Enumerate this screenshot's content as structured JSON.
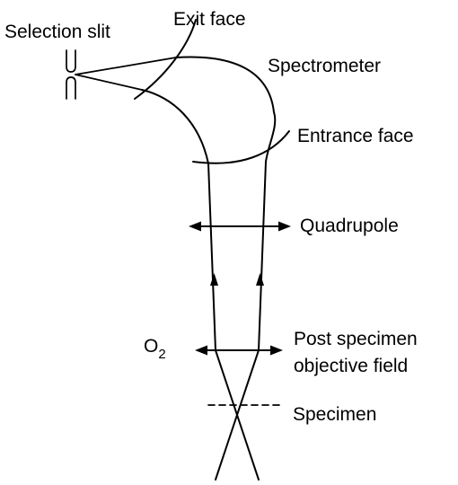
{
  "labels": {
    "selection_slit": "Selection slit",
    "exit_face": "Exit face",
    "spectrometer": "Spectrometer",
    "entrance_face": "Entrance face",
    "quadrupole": "Quadrupole",
    "o2_main": "O",
    "o2_sub": "2",
    "post_specimen_line1": "Post specimen",
    "post_specimen_line2": "objective field",
    "specimen": "Specimen"
  }
}
